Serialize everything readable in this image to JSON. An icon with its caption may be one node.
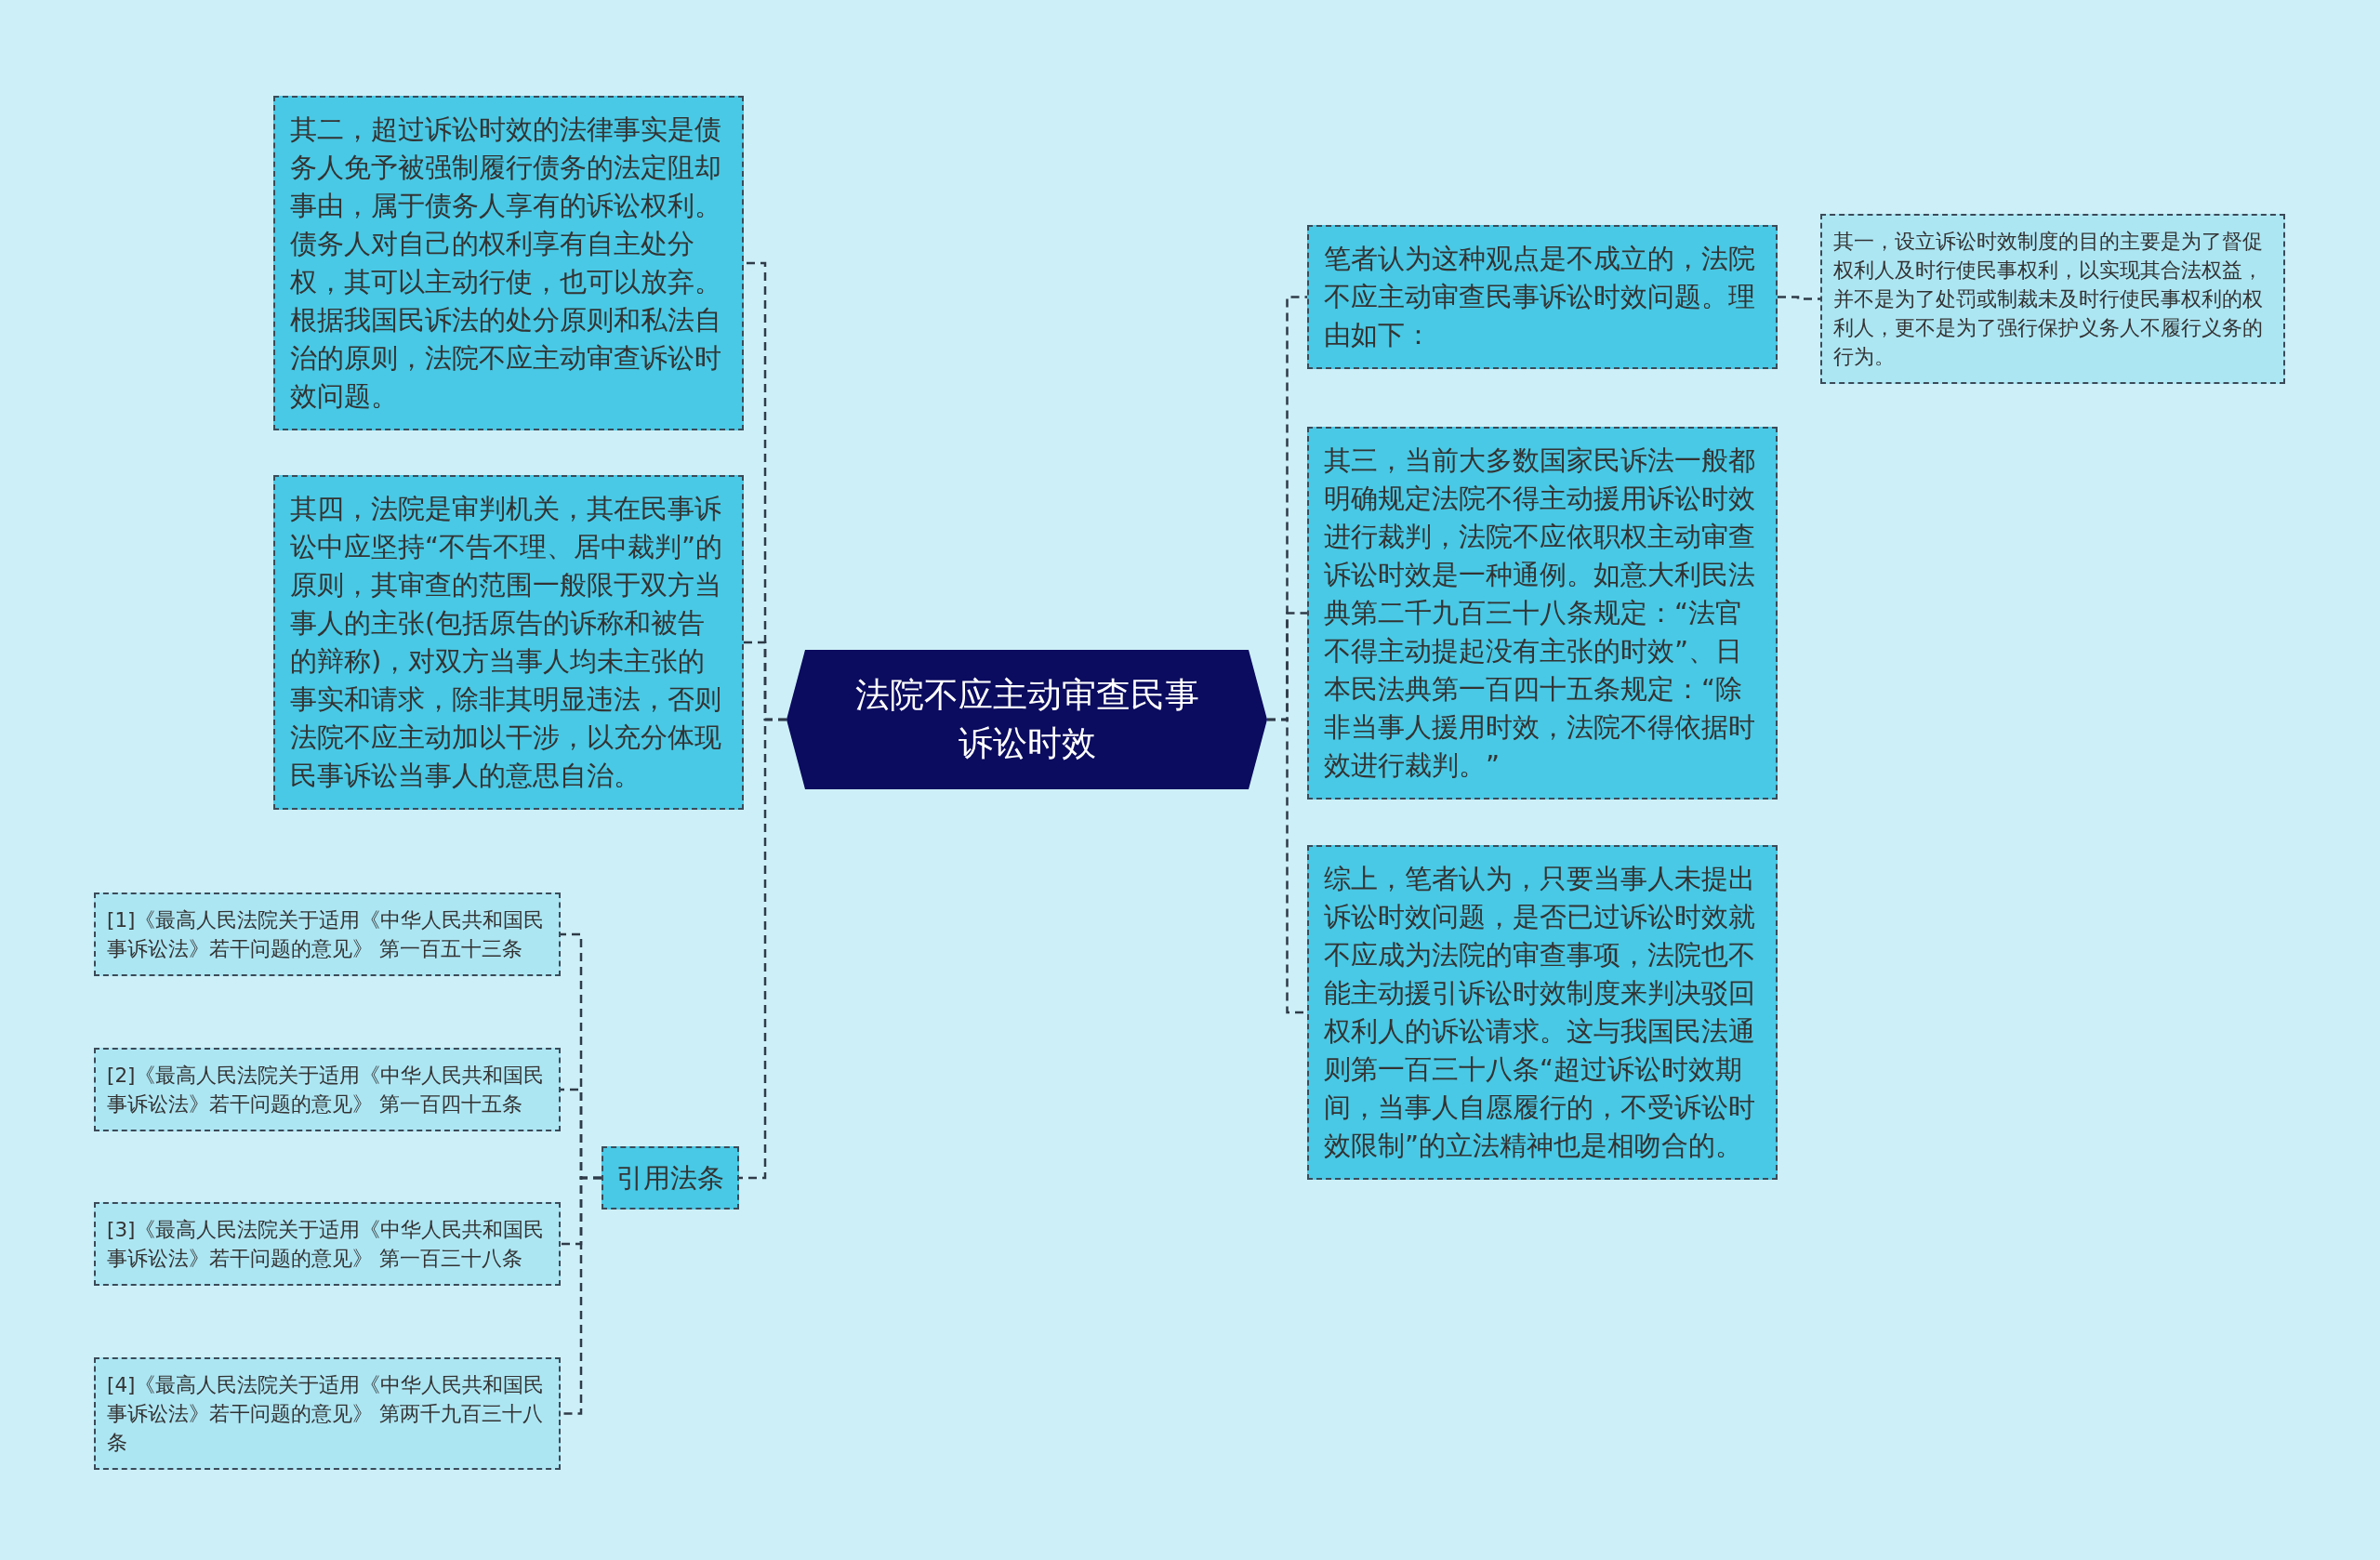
{
  "diagram": {
    "nodes": [
      {
        "text": [
          "法院不应主动审查民事诉讼时效"
        ]
      },
      {
        "text": [
          "其二，超过诉讼时效的法律事实是债务人免予被强制履行债务的法定阻却事由，属于债务人享有的诉讼权利。债务人对自己的权利享有自主处分权，其可以主动行使，也可以放弃。根据我国民诉法的处分原则和私法自治的原则，法院不应主动审查诉讼时效问题。"
        ]
      },
      {
        "text": [
          "其四，法院是审判机关，其在民事诉讼中应坚持“不告不理、居中裁判”的原则，其审查的范围一般限于双方当事人的主张(包括原告的诉称和被告的辩称)，对双方当事人均未主张的事实和请求，除非其明显违法，否则法院不应主动加以干涉，以充分体现民事诉讼当事人的意思自治。"
        ]
      },
      {
        "text": [
          "引用法条"
        ]
      },
      {
        "text": [
          "[1]《最高人民法院关于适用《中华人民共和国民事诉讼法》若干问题的意见》 第一百五十三条"
        ]
      },
      {
        "text": [
          "[2]《最高人民法院关于适用《中华人民共和国民事诉讼法》若干问题的意见》 第一百四十五条"
        ]
      },
      {
        "text": [
          "[3]《最高人民法院关于适用《中华人民共和国民事诉讼法》若干问题的意见》 第一百三十八条"
        ]
      },
      {
        "text": [
          "[4]《最高人民法院关于适用《中华人民共和国民事诉讼法》若干问题的意见》 第两千九百三十八条"
        ]
      },
      {
        "text": [
          "笔者认为这种观点是不成立的，法院不应主动审查民事诉讼时效问题。理由如下："
        ]
      },
      {
        "text": [
          "其一，设立诉讼时效制度的目的主要是为了督促权利人及时行使民事权利，以实现其合法权益，并不是为了处罚或制裁未及时行使民事权利的权利人，更不是为了强行保护义务人不履行义务的行为。"
        ]
      },
      {
        "text": [
          "其三，当前大多数国家民诉法一般都明确规定法院不得主动援用诉讼时效进行裁判，法院不应依职权主动审查诉讼时效是一种通例。如意大利民法典第二千九百三十八条规定：“法官不得主动提起没有主张的时效”、日本民法典第一百四十五条规定：“除非当事人援用时效，法院不得依据时效进行裁判。”"
        ]
      },
      {
        "text": [
          "综上，笔者认为，只要当事人未提出诉讼时效问题，是否已过诉讼时效就不应成为法院的审查事项，法院也不能主动援引诉讼时效制度来判决驳回权利人的诉讼请求。这与我国民法通则第一百三十八条“超过诉讼时效期间，当事人自愿履行的，不受诉讼时效限制”的立法精神也是相吻合的。"
        ]
      }
    ],
    "edges": [
      {
        "from": 0,
        "to": 1,
        "arrow": "none",
        "style": "dashed"
      },
      {
        "from": 0,
        "to": 2,
        "arrow": "none",
        "style": "dashed"
      },
      {
        "from": 0,
        "to": 3,
        "arrow": "none",
        "style": "dashed"
      },
      {
        "from": 3,
        "to": 4,
        "arrow": "none",
        "style": "dashed"
      },
      {
        "from": 3,
        "to": 5,
        "arrow": "none",
        "style": "dashed"
      },
      {
        "from": 3,
        "to": 6,
        "arrow": "none",
        "style": "dashed"
      },
      {
        "from": 3,
        "to": 7,
        "arrow": "none",
        "style": "dashed"
      },
      {
        "from": 0,
        "to": 8,
        "arrow": "none",
        "style": "dashed"
      },
      {
        "from": 8,
        "to": 9,
        "arrow": "none",
        "style": "dashed"
      },
      {
        "from": 0,
        "to": 10,
        "arrow": "none",
        "style": "dashed"
      },
      {
        "from": 0,
        "to": 11,
        "arrow": "none",
        "style": "dashed"
      }
    ]
  }
}
